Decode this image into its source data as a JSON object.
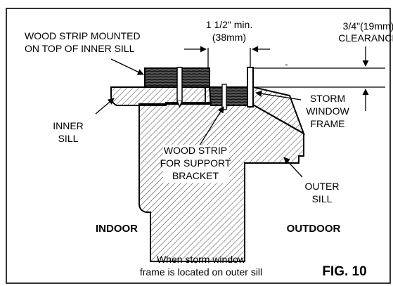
{
  "labels": {
    "wood_strip_top_1": "WOOD STRIP MOUNTED",
    "wood_strip_top_2": "ON TOP OF INNER SILL",
    "dim_min_1": "1 1/2\" min.",
    "dim_min_2": "(38mm)",
    "clearance_1": "3/4\"(19mm)",
    "clearance_2": "CLEARANCE",
    "storm_1": "STORM",
    "storm_2": "WINDOW",
    "storm_3": "FRAME",
    "inner_sill_1": "INNER",
    "inner_sill_2": "SILL",
    "support_1": "WOOD STRIP",
    "support_2": "FOR SUPPORT",
    "support_3": "BRACKET",
    "outer_sill_1": "OUTER",
    "outer_sill_2": "SILL",
    "indoor": "INDOOR",
    "outdoor": "OUTDOOR",
    "caption_1": "When storm  window",
    "caption_2": "frame is located on outer sill",
    "figure_number": "FIG. 10",
    "dash_mark": "-"
  },
  "colors": {
    "ink": "#000000",
    "paper": "#ffffff"
  }
}
